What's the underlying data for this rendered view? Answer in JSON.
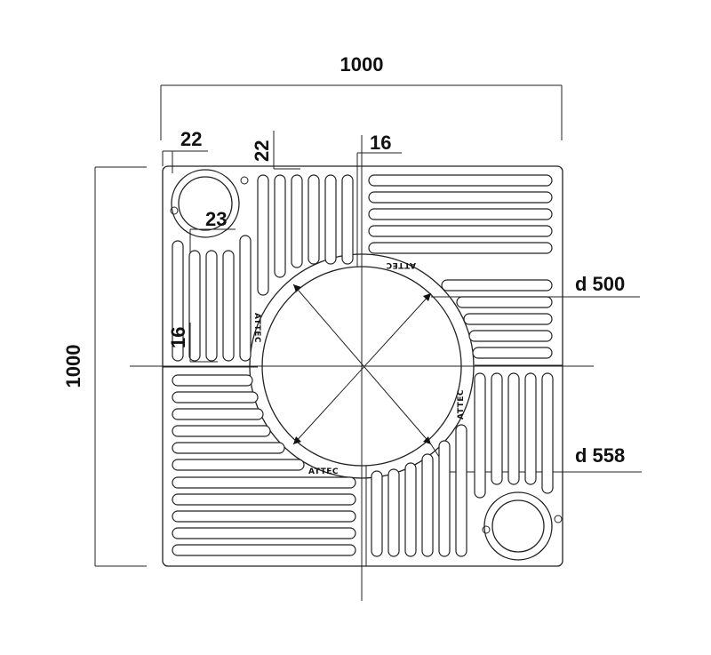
{
  "dimensions": {
    "width_top": "1000",
    "height_left": "1000",
    "rim_left": "22",
    "rim_top": "22",
    "gap_center": "16",
    "gap_left": "16",
    "corner_hole": "23",
    "inner_diameter": "d 500",
    "outer_diameter": "d 558"
  },
  "brand_marks": [
    "ATTEC",
    "ATTEC",
    "ATTEC",
    "ATTEC"
  ]
}
